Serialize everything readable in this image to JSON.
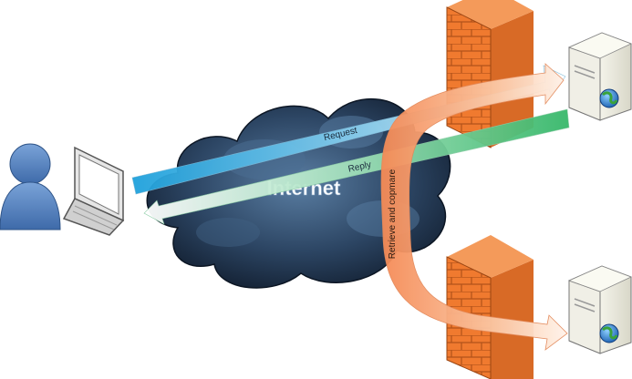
{
  "cloud": {
    "label": "Internet"
  },
  "arrows": {
    "request": {
      "label": "Request",
      "color": "#3fa9d6"
    },
    "reply": {
      "label": "Reply",
      "color": "#5fc98a"
    },
    "retrieve": {
      "label": "Retrieve and copmare",
      "color": "#f7a070"
    }
  },
  "nodes": {
    "client": "user-with-laptop",
    "server_top": "web-server",
    "server_bottom": "web-server",
    "firewall_top": "brick-firewall",
    "firewall_bottom": "brick-firewall"
  },
  "colors": {
    "brick": "#f07a2f",
    "brick_side": "#c85a1a",
    "cloud_dark": "#1f2f45",
    "cloud_mid": "#3a5878",
    "user": "#5b86c4"
  }
}
